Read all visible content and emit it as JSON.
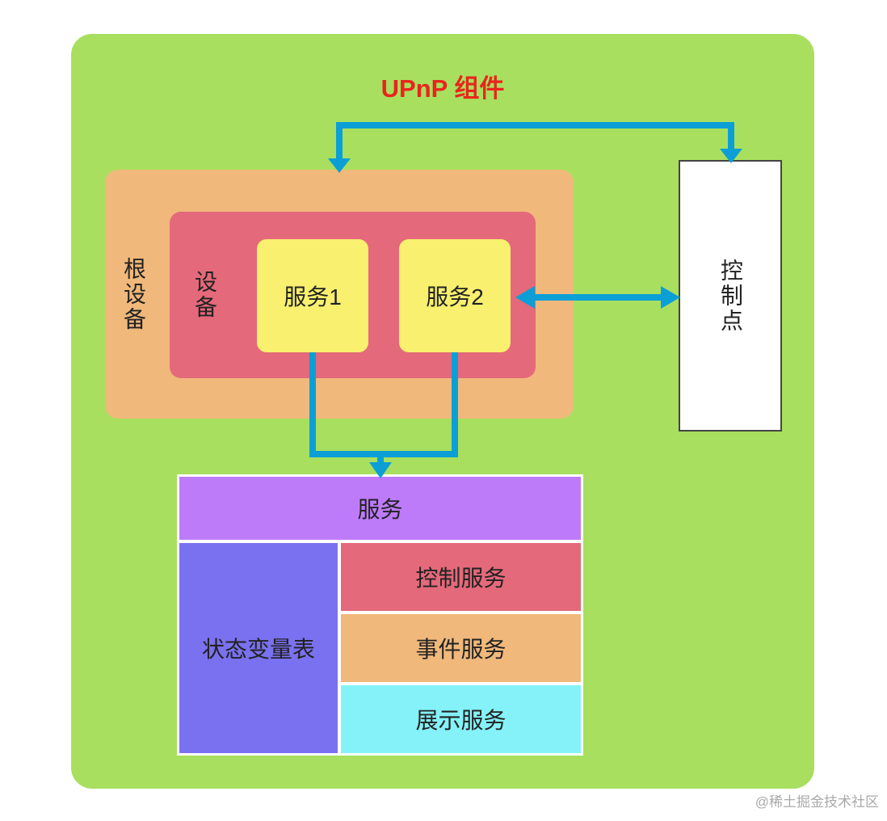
{
  "title": "UPnP 组件",
  "root_device": {
    "label": "根设备"
  },
  "device": {
    "label": "设备"
  },
  "services": [
    {
      "label": "服务1"
    },
    {
      "label": "服务2"
    }
  ],
  "control_point": {
    "label": "控制点"
  },
  "service_table": {
    "header": "服务",
    "state_table": "状态变量表",
    "rows": [
      "控制服务",
      "事件服务",
      "展示服务"
    ]
  },
  "watermark": "@稀土掘金技术社区",
  "colors": {
    "background_panel": "#a8df5f",
    "title_text": "#e8251c",
    "root_device": "#f0b87b",
    "device": "#e4697a",
    "service": "#f8f06e",
    "control_point": "#ffffff",
    "table_header": "#bd7bfa",
    "state_table": "#7a71f0",
    "control_service_row": "#e4697a",
    "event_service_row": "#f0b87b",
    "display_service_row": "#84f2f8",
    "arrow": "#0b9fd6"
  }
}
